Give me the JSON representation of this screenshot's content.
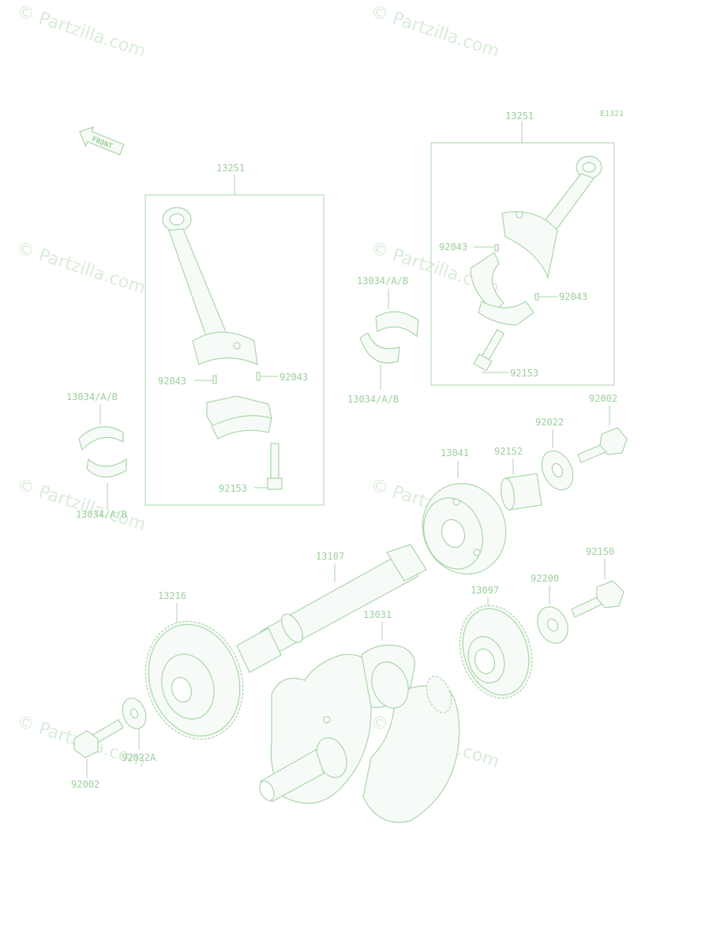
{
  "diagram_code": "E1321",
  "front_text": "FRONT",
  "watermark_text": "Partzilla.com",
  "labels": {
    "conrod_left": "13251",
    "conrod_right": "13251",
    "bearing_left_top": "13034/A/B",
    "bearing_left_bottom": "13034/A/B",
    "bearing_center_top": "13034/A/B",
    "bearing_center_bottom": "13034/A/B",
    "pin_left_a": "92043",
    "pin_left_b": "92043",
    "pin_right_a": "92043",
    "pin_right_b": "92043",
    "bolt_left": "92153",
    "bolt_right": "92153",
    "flywheel": "13041",
    "spacer": "92152",
    "washer_top": "92022",
    "bolt_top": "92002",
    "shaft": "13107",
    "gear_left": "13216",
    "crankshaft": "13031",
    "gear_right": "13097",
    "washer_right": "92200",
    "bolt_right_lower": "92150",
    "washer_left": "92022A",
    "bolt_left_lower": "92002"
  },
  "colors": {
    "line": "#a9d6a9",
    "label": "#9ccf9c",
    "watermark": "#d9ecd9"
  }
}
